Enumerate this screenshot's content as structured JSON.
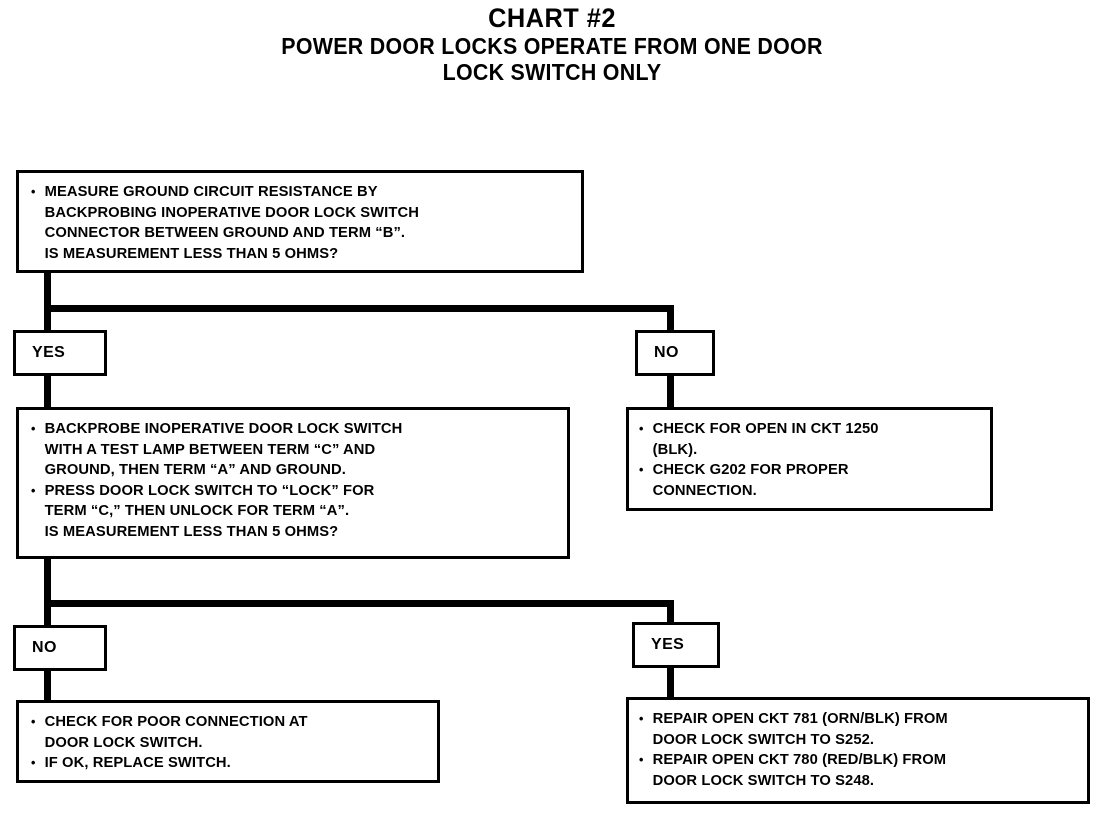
{
  "title": {
    "line1": "CHART #2",
    "line2": "POWER DOOR LOCKS OPERATE FROM ONE DOOR",
    "line3": "LOCK SWITCH ONLY"
  },
  "chart_data": {
    "type": "diagram",
    "title": "CHART #2 — POWER DOOR LOCKS OPERATE FROM ONE DOOR LOCK SWITCH ONLY",
    "nodes": [
      {
        "id": "step1",
        "kind": "process",
        "lines": [
          "MEASURE GROUND CIRCUIT RESISTANCE BY",
          "BACKPROBING INOPERATIVE DOOR LOCK SWITCH",
          "CONNECTOR BETWEEN GROUND AND TERM “B”.",
          "IS MEASUREMENT LESS THAN 5 OHMS?"
        ]
      },
      {
        "id": "d1-yes",
        "kind": "decision",
        "label": "YES"
      },
      {
        "id": "d1-no",
        "kind": "decision",
        "label": "NO"
      },
      {
        "id": "step2",
        "kind": "process",
        "lines": [
          "BACKPROBE INOPERATIVE DOOR LOCK SWITCH",
          "WITH A TEST LAMP BETWEEN TERM “C” AND",
          "GROUND, THEN TERM “A” AND GROUND.",
          "PRESS DOOR LOCK SWITCH TO “LOCK” FOR",
          "TERM “C,” THEN UNLOCK FOR TERM “A”.",
          "IS MEASUREMENT LESS THAN 5 OHMS?"
        ]
      },
      {
        "id": "action-no1",
        "kind": "process",
        "lines": [
          "CHECK FOR OPEN IN CKT 1250",
          "(BLK).",
          "CHECK G202 FOR PROPER",
          "CONNECTION."
        ]
      },
      {
        "id": "d2-no",
        "kind": "decision",
        "label": "NO"
      },
      {
        "id": "d2-yes",
        "kind": "decision",
        "label": "YES"
      },
      {
        "id": "action-no2",
        "kind": "process",
        "lines": [
          "CHECK FOR POOR CONNECTION AT",
          "DOOR LOCK SWITCH.",
          "IF OK, REPLACE SWITCH."
        ]
      },
      {
        "id": "action-yes2",
        "kind": "process",
        "lines": [
          "REPAIR OPEN CKT 781 (ORN/BLK) FROM",
          "DOOR LOCK SWITCH TO S252.",
          "REPAIR OPEN CKT 780 (RED/BLK) FROM",
          "DOOR LOCK SWITCH TO S248."
        ]
      }
    ],
    "edges": [
      {
        "from": "step1",
        "to": "d1-yes"
      },
      {
        "from": "step1",
        "to": "d1-no"
      },
      {
        "from": "d1-yes",
        "to": "step2"
      },
      {
        "from": "d1-no",
        "to": "action-no1"
      },
      {
        "from": "step2",
        "to": "d2-no"
      },
      {
        "from": "step2",
        "to": "d2-yes"
      },
      {
        "from": "d2-no",
        "to": "action-no2"
      },
      {
        "from": "d2-yes",
        "to": "action-yes2"
      }
    ]
  },
  "step1": {
    "b1_l1": "MEASURE GROUND CIRCUIT RESISTANCE BY",
    "b1_l2": "BACKPROBING INOPERATIVE DOOR LOCK SWITCH",
    "b1_l3": "CONNECTOR BETWEEN GROUND AND TERM “B”.",
    "b1_l4": "IS MEASUREMENT LESS THAN 5 OHMS?"
  },
  "decision1": {
    "yes": "YES",
    "no": "NO"
  },
  "step2": {
    "b1_l1": "BACKPROBE INOPERATIVE DOOR LOCK SWITCH",
    "b1_l2": "WITH A TEST LAMP BETWEEN TERM “C” AND",
    "b1_l3": "GROUND, THEN TERM “A” AND GROUND.",
    "b2_l1": "PRESS DOOR LOCK SWITCH TO “LOCK” FOR",
    "b2_l2": "TERM “C,” THEN UNLOCK FOR TERM “A”.",
    "b2_l3": "IS MEASUREMENT LESS THAN 5 OHMS?"
  },
  "action_no1": {
    "b1_l1": "CHECK FOR OPEN IN CKT 1250",
    "b1_l2": "(BLK).",
    "b2_l1": "CHECK G202 FOR PROPER",
    "b2_l2": "CONNECTION."
  },
  "decision2": {
    "no": "NO",
    "yes": "YES"
  },
  "action_no2": {
    "b1_l1": "CHECK FOR POOR CONNECTION AT",
    "b1_l2": "DOOR LOCK SWITCH.",
    "b2_l1": "IF OK, REPLACE SWITCH."
  },
  "action_yes2": {
    "b1_l1": "REPAIR OPEN CKT 781 (ORN/BLK) FROM",
    "b1_l2": "DOOR LOCK SWITCH TO S252.",
    "b2_l1": "REPAIR OPEN CKT 780 (RED/BLK) FROM",
    "b2_l2": "DOOR LOCK SWITCH TO S248."
  },
  "colors": {
    "ink": "#000000",
    "paper": "#ffffff"
  }
}
